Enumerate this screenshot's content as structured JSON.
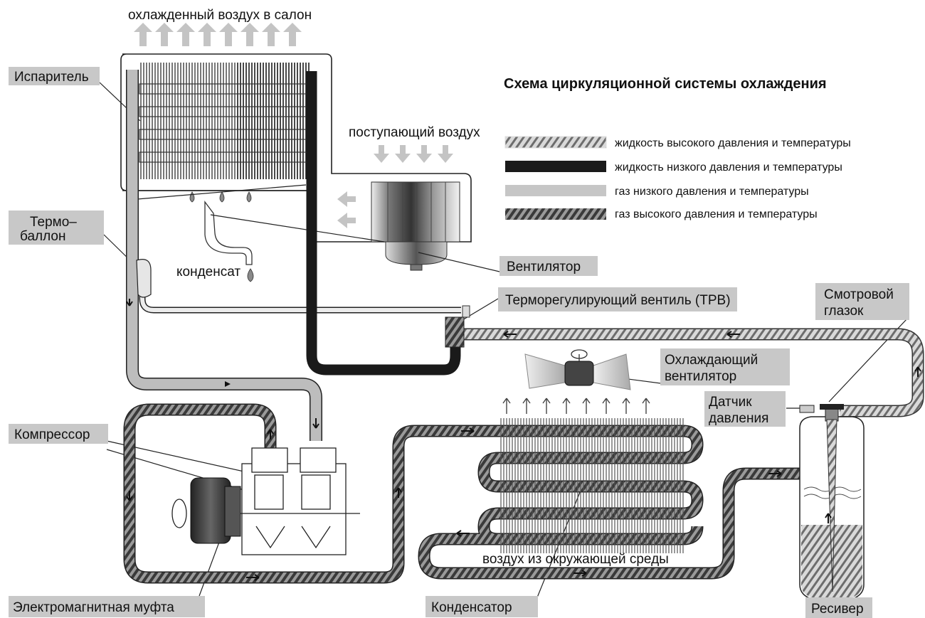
{
  "title": "Схема циркуляционной системы охлаждения",
  "top_label": "охлажденный воздух в салон",
  "incoming_air": "поступающий воздух",
  "condensate": "конденсат",
  "ambient_air": "воздух из окружающей среды",
  "legend": [
    {
      "text": "жидкость высокого давления и температуры",
      "pattern": "hatch-light"
    },
    {
      "text": "жидкость низкого давления и температуры",
      "pattern": "solid-dark"
    },
    {
      "text": "газ низкого давления и температуры",
      "pattern": "solid-light"
    },
    {
      "text": "газ высокого давления и температуры",
      "pattern": "hatch-dark"
    }
  ],
  "components": {
    "evaporator": "Испаритель",
    "thermobulb_1": "Термо–",
    "thermobulb_2": "баллон",
    "fan": "Вентилятор",
    "txv": "Терморегулирующий вентиль (ТРВ)",
    "sight_glass_1": "Смотровой",
    "sight_glass_2": "глазок",
    "cooling_fan_1": "Охлаждающий",
    "cooling_fan_2": "вентилятор",
    "pressure_sensor_1": "Датчик",
    "pressure_sensor_2": "давления",
    "compressor": "Компрессор",
    "clutch": "Электромагнитная муфта",
    "condenser": "Конденсатор",
    "receiver": "Ресивер"
  },
  "colors": {
    "label_bg": "#c8c8c8",
    "liquid_low": "#1a1a1a",
    "gas_low": "#bdbdbd",
    "hatch": "#6a6a6a",
    "arrow": "#c4c4c4"
  }
}
